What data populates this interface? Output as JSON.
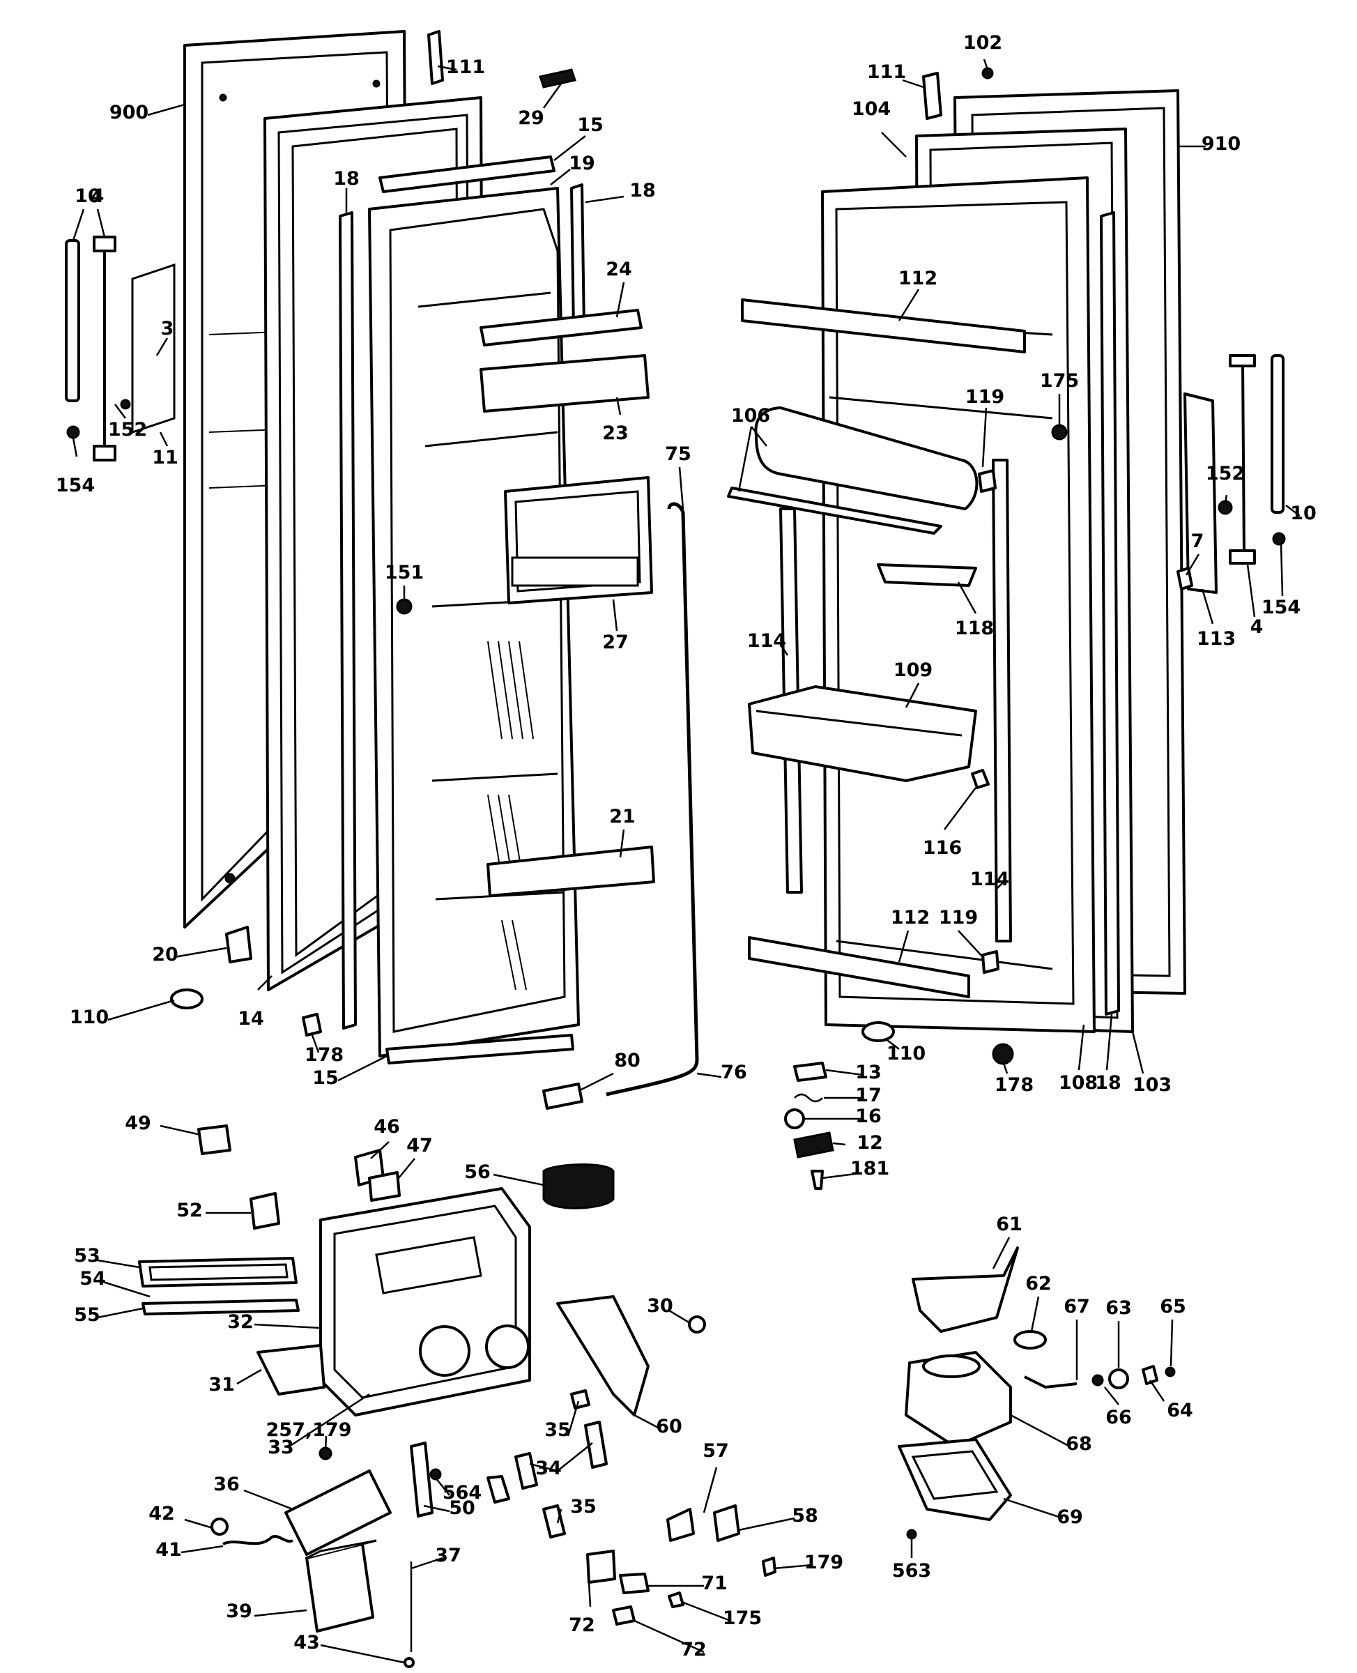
{
  "labels": [
    "900",
    "111",
    "29",
    "102",
    "111",
    "104",
    "910",
    "15",
    "19",
    "18",
    "10",
    "4",
    "3",
    "18",
    "24",
    "112",
    "175",
    "119",
    "152",
    "154",
    "11",
    "23",
    "106",
    "75",
    "152",
    "10",
    "7",
    "151",
    "27",
    "118",
    "113",
    "4",
    "154",
    "114",
    "109",
    "21",
    "116",
    "114",
    "20",
    "112",
    "119",
    "110",
    "14",
    "178",
    "110",
    "178",
    "108",
    "18",
    "103",
    "13",
    "17",
    "15",
    "80",
    "76",
    "16",
    "12",
    "181",
    "49",
    "46",
    "47",
    "56",
    "52",
    "61",
    "53",
    "54",
    "55",
    "32",
    "30",
    "62",
    "67",
    "63",
    "65",
    "31",
    "33",
    "66",
    "64",
    "68",
    "35",
    "60",
    "257,179",
    "36",
    "564",
    "34",
    "50",
    "35",
    "57",
    "58",
    "69",
    "42",
    "41",
    "37",
    "179",
    "563",
    "71",
    "39",
    "43",
    "175",
    "72",
    "72"
  ]
}
